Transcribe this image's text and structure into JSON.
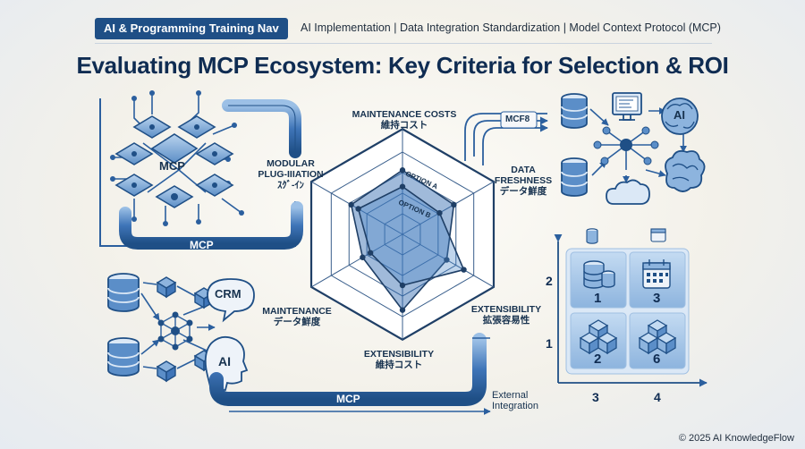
{
  "header": {
    "badge": "AI & Programming Training Nav",
    "topics": "AI Implementation | Data Integration Standardization | Model Context Protocol (MCP)",
    "title": "Evaluating MCP Ecosystem: Key Criteria for Selection & ROI"
  },
  "left_top": {
    "chip_label": "MCP",
    "pipe_label": "MCP",
    "module_label_en": "MODULAR\nPLUG-IIIATION",
    "module_label_jp": "ｽｸﾞ-ｲﾝ"
  },
  "radar": {
    "axes": [
      {
        "en": "MAINTENANCE COSTS",
        "jp": "維持コスト"
      },
      {
        "en": "DATA\nFRESHNESS",
        "jp": "データ鮮度"
      },
      {
        "en": "EXTENSIBILITY",
        "jp": "拡張容易性"
      },
      {
        "en": "EXTENSIBILITY",
        "jp": "維持コスト"
      },
      {
        "en": "MAINTENANCE",
        "jp": "データ鮮度"
      },
      {
        "en": "",
        "jp": ""
      }
    ],
    "series": [
      {
        "name": "OPTION A",
        "values": [
          0.78,
          0.72,
          0.62,
          0.92,
          0.56,
          0.72
        ]
      },
      {
        "name": "OPTION B",
        "values": [
          0.58,
          0.52,
          0.86,
          0.62,
          0.45,
          0.62
        ]
      }
    ],
    "colors": {
      "a": "#2d66ad",
      "b": "#4a86c8"
    }
  },
  "right_top": {
    "tag": "MCF8",
    "ai_label": "AI"
  },
  "left_bottom": {
    "crm_label": "CRM",
    "ai_label": "AI",
    "pipe_label": "MCP",
    "external_label": "External\nIntegration"
  },
  "matrix": {
    "y_labels": [
      "2",
      "1"
    ],
    "x_labels": [
      "3",
      "4"
    ],
    "cells": [
      "1",
      "3",
      "2",
      "6"
    ]
  },
  "footer": "© 2025 AI KnowledgeFlow"
}
